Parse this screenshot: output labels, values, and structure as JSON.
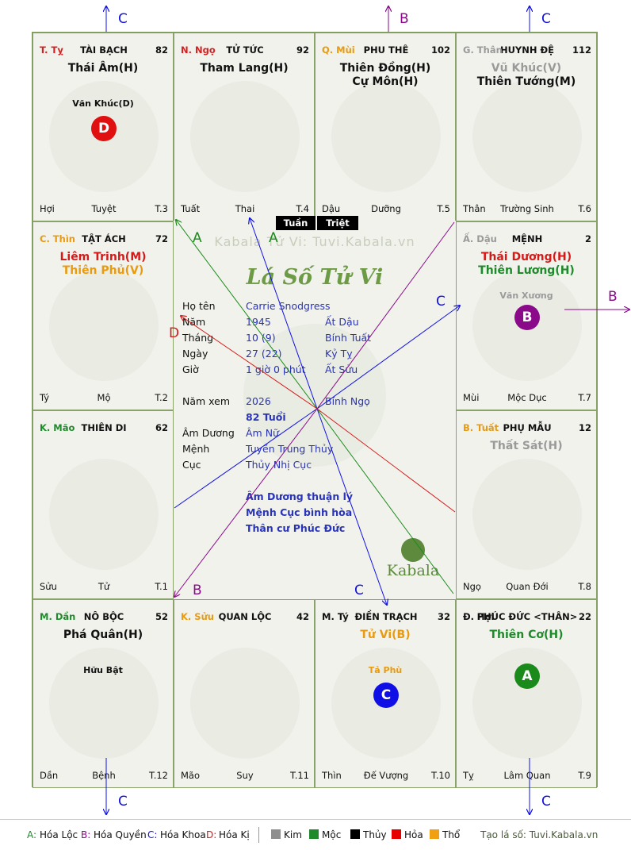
{
  "cells": [
    {
      "id": "ty",
      "can": "T. Tỵ",
      "can_color": "#d62020",
      "name": "TÀI BẠCH",
      "age": "82",
      "stars": [
        {
          "t": "Thái Âm(H)",
          "c": "#111111"
        }
      ],
      "minor": [
        {
          "t": "Văn Khúc(D)",
          "c": "#111111"
        }
      ],
      "badge": {
        "t": "D",
        "c": "#e11010"
      },
      "ftr": [
        "Hợi",
        "Tuyệt",
        "T.3"
      ]
    },
    {
      "id": "ngo",
      "can": "N. Ngọ",
      "can_color": "#d62020",
      "name": "TỬ TỨC",
      "age": "92",
      "stars": [
        {
          "t": "Tham Lang(H)",
          "c": "#111111"
        }
      ],
      "minor": [],
      "badge": null,
      "ftr": [
        "Tuất",
        "Thai",
        "T.4"
      ]
    },
    {
      "id": "mui",
      "can": "Q. Mùi",
      "can_color": "#e89a10",
      "name": "PHU THÊ",
      "age": "102",
      "stars": [
        {
          "t": "Thiên Đồng(H)",
          "c": "#111111"
        },
        {
          "t": "Cự Môn(H)",
          "c": "#111111"
        }
      ],
      "minor": [],
      "badge": null,
      "ftr": [
        "Dậu",
        "Dưỡng",
        "T.5"
      ]
    },
    {
      "id": "than",
      "can": "G. Thân",
      "can_color": "#9a9a9a",
      "name": "HUYNH ĐỆ",
      "age": "112",
      "stars": [
        {
          "t": "Vũ Khúc(V)",
          "c": "#9a9a9a"
        },
        {
          "t": "Thiên Tướng(M)",
          "c": "#111111"
        }
      ],
      "minor": [],
      "badge": null,
      "ftr": [
        "Thân",
        "Trường Sinh",
        "T.6"
      ]
    },
    {
      "id": "thin",
      "can": "C. Thìn",
      "can_color": "#e89a10",
      "name": "TẬT ÁCH",
      "age": "72",
      "stars": [
        {
          "t": "Liêm Trinh(M)",
          "c": "#d61a1a"
        },
        {
          "t": "Thiên Phủ(V)",
          "c": "#e89a10"
        }
      ],
      "minor": [],
      "badge": null,
      "ftr": [
        "Tý",
        "Mộ",
        "T.2"
      ]
    },
    {
      "id": "dau",
      "can": "Ấ. Dậu",
      "can_color": "#9a9a9a",
      "name": "MỆNH",
      "age": "2",
      "stars": [
        {
          "t": "Thái Dương(H)",
          "c": "#d61a1a"
        },
        {
          "t": "Thiên Lương(H)",
          "c": "#1f8a2c"
        }
      ],
      "minor": [
        {
          "t": "Văn Xương",
          "c": "#9a9a9a"
        }
      ],
      "badge": {
        "t": "B",
        "c": "#8a0a8a"
      },
      "ftr": [
        "Mùi",
        "Mộc Dục",
        "T.7"
      ]
    },
    {
      "id": "mao",
      "can": "K. Mão",
      "can_color": "#1f8a2c",
      "name": "THIÊN DI",
      "age": "62",
      "stars": [],
      "minor": [],
      "badge": null,
      "ftr": [
        "Sửu",
        "Tử",
        "T.1"
      ]
    },
    {
      "id": "tuat",
      "can": "B. Tuất",
      "can_color": "#e89a10",
      "name": "PHỤ MẪU",
      "age": "12",
      "stars": [
        {
          "t": "Thất Sát(H)",
          "c": "#9a9a9a"
        }
      ],
      "minor": [],
      "badge": null,
      "ftr": [
        "Ngọ",
        "Quan Đới",
        "T.8"
      ]
    },
    {
      "id": "dan",
      "can": "M. Dần",
      "can_color": "#1f8a2c",
      "name": "NÔ BỘC",
      "age": "52",
      "stars": [
        {
          "t": "Phá Quân(H)",
          "c": "#111111"
        }
      ],
      "minor": [
        {
          "t": "Hữu Bật",
          "c": "#111111"
        }
      ],
      "badge": null,
      "ftr": [
        "Dần",
        "Bệnh",
        "T.12"
      ]
    },
    {
      "id": "suu",
      "can": "K. Sửu",
      "can_color": "#e89a10",
      "name": "QUAN LỘC",
      "age": "42",
      "stars": [],
      "minor": [],
      "badge": null,
      "ftr": [
        "Mão",
        "Suy",
        "T.11"
      ]
    },
    {
      "id": "ty2",
      "can": "M. Tý",
      "can_color": "#111111",
      "name": "ĐIỀN TRẠCH",
      "age": "32",
      "stars": [
        {
          "t": "Tử Vi(B)",
          "c": "#e89a10"
        }
      ],
      "minor": [
        {
          "t": "Tả Phù",
          "c": "#e89a10"
        }
      ],
      "badge": {
        "t": "C",
        "c": "#1010e6"
      },
      "ftr": [
        "Thìn",
        "Đế Vượng",
        "T.10"
      ]
    },
    {
      "id": "hoi",
      "can": "Đ. Hợi",
      "can_color": "#111111",
      "name": "PHÚC ĐỨC <THÂN>",
      "age": "22",
      "stars": [
        {
          "t": "Thiên Cơ(H)",
          "c": "#1f8a2c"
        }
      ],
      "minor": [],
      "badge": {
        "t": "A",
        "c": "#1a8a1a"
      },
      "ftr": [
        "Tỵ",
        "Lâm Quan",
        "T.9"
      ]
    }
  ],
  "center": {
    "watermark": "Kabala Tử Vi: Tuvi.Kabala.vn",
    "logo": "Lá Số Tử Vi",
    "tags": [
      "Tuần",
      "Triệt"
    ],
    "rows": [
      {
        "k": "Họ tên",
        "v": "Carrie Snodgress",
        "v2": ""
      },
      {
        "k": "Năm",
        "v": "1945",
        "v2": "Ất Dậu"
      },
      {
        "k": "Tháng",
        "v": "10 (9)",
        "v2": "Bính Tuất"
      },
      {
        "k": "Ngày",
        "v": "27  (22)",
        "v2": "Kỷ Tỵ"
      },
      {
        "k": "Giờ",
        "v": "1 giờ 0 phút",
        "v2": "Ất Sửu"
      },
      {
        "k": "Năm xem",
        "v": "2026",
        "v2": "Bính Ngọ"
      },
      {
        "k": "",
        "v": "82 Tuổi",
        "v2": ""
      },
      {
        "k": "Âm Dương",
        "v": "Âm Nữ",
        "v2": ""
      },
      {
        "k": "Mệnh",
        "v": "Tuyền Trung Thủy",
        "v2": ""
      },
      {
        "k": "Cục",
        "v": "Thủy Nhị Cục",
        "v2": ""
      }
    ],
    "notes": [
      "Âm Dương thuận lý",
      "Mệnh Cục bình hòa",
      "Thân cư Phúc Đức"
    ],
    "brand": "Kabala"
  },
  "arrow_labels": {
    "a": "A",
    "b": "B",
    "c": "C",
    "d": "D"
  },
  "legend": {
    "items": [
      {
        "k": "A:",
        "v": "Hóa Lộc",
        "c": "#1f8a2c"
      },
      {
        "k": "B:",
        "v": "Hóa Quyền",
        "c": "#8a0a8a"
      },
      {
        "k": "C:",
        "v": "Hóa Khoa",
        "c": "#1010e6"
      },
      {
        "k": "D:",
        "v": "Hóa Kị",
        "c": "#d61a1a"
      }
    ],
    "elements": [
      {
        "name": "Kim",
        "c": "#8e8e8e"
      },
      {
        "name": "Mộc",
        "c": "#1f8a2c"
      },
      {
        "name": "Thủy",
        "c": "#000000"
      },
      {
        "name": "Hỏa",
        "c": "#e60000"
      },
      {
        "name": "Thổ",
        "c": "#f0a010"
      }
    ],
    "credit": "Tạo lá số: Tuvi.Kabala.vn"
  }
}
